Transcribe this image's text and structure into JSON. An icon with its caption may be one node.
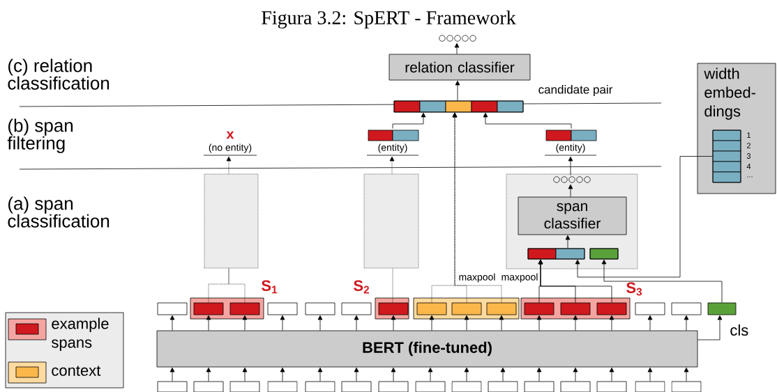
{
  "diagram": {
    "title": "Figura 3.2: SpERT - Framework",
    "nodes": [
      {
        "text": [],
        "shape": "circle"
      },
      {
        "text": [
          "relation classifier"
        ]
      },
      {
        "text": [],
        "shape": "bar",
        "beside": [
          "candidate pair"
        ]
      },
      {
        "text": [
          "(entity)"
        ]
      },
      {
        "text": [
          "(entity)"
        ]
      },
      {
        "text": [
          "width embed-dings"
        ]
      },
      {
        "text": [],
        "shape": "box",
        "in": 5,
        "beside": [
          "1",
          "2",
          "3",
          "4",
          "..."
        ]
      },
      {
        "text": [
          "x",
          "(no entity)"
        ]
      },
      {
        "text": [],
        "shape": "box"
      },
      {
        "text": [],
        "shape": "box"
      },
      {
        "text": [],
        "shape": "box"
      },
      {
        "text": [],
        "shape": "circle",
        "in": 10
      },
      {
        "text": [
          "span classifier"
        ],
        "in": 10
      },
      {
        "text": [],
        "shape": "bar",
        "in": 10
      },
      {
        "text": [],
        "shape": "bar",
        "in": 10
      },
      {
        "text": [],
        "shape": "box"
      },
      {
        "text": [],
        "shape": "box",
        "beside": [
          "S$_{1}$"
        ]
      },
      {
        "text": [],
        "shape": "box",
        "in": 16
      },
      {
        "text": [],
        "shape": "box",
        "in": 16
      },
      {
        "text": [],
        "shape": "box"
      },
      {
        "text": [],
        "shape": "box"
      },
      {
        "text": [],
        "shape": "box"
      },
      {
        "text": [],
        "shape": "box",
        "beside": [
          "S$_{2}$"
        ]
      },
      {
        "text": [],
        "shape": "box",
        "in": 22
      },
      {
        "text": [],
        "shape": "box"
      },
      {
        "text": [],
        "shape": "box",
        "in": 24
      },
      {
        "text": [],
        "shape": "box",
        "in": 24
      },
      {
        "text": [],
        "shape": "box",
        "in": 24
      },
      {
        "text": [],
        "shape": "box",
        "beside": [
          "S$_{3}$"
        ]
      },
      {
        "text": [],
        "shape": "box",
        "in": 28
      },
      {
        "text": [],
        "shape": "box",
        "in": 28
      },
      {
        "text": [],
        "shape": "box",
        "in": 28
      },
      {
        "text": [],
        "shape": "box"
      },
      {
        "text": [],
        "shape": "box"
      },
      {
        "text": [],
        "shape": "box",
        "beside": [
          "cls"
        ]
      },
      {
        "text": [
          "BERT (fine-tuned)"
        ]
      },
      {
        "text": [],
        "shape": "box"
      },
      {
        "text": [],
        "shape": "box"
      },
      {
        "text": [],
        "shape": "box"
      },
      {
        "text": [],
        "shape": "box"
      },
      {
        "text": [],
        "shape": "box"
      },
      {
        "text": [],
        "shape": "box"
      },
      {
        "text": [],
        "shape": "box"
      },
      {
        "text": [],
        "shape": "box"
      },
      {
        "text": [],
        "shape": "box"
      },
      {
        "text": [],
        "shape": "box"
      },
      {
        "text": [],
        "shape": "box"
      },
      {
        "text": [],
        "shape": "box"
      },
      {
        "text": [],
        "shape": "box"
      },
      {
        "text": [],
        "shape": "box"
      },
      {
        "text": [],
        "shape": "box"
      }
    ],
    "edges": [
      {
        "from": 1,
        "to": 0,
        "arrow": "to"
      },
      {
        "from": 2,
        "to": 1,
        "arrow": "to"
      },
      {
        "from": 3,
        "to": 2,
        "arrow": "to"
      },
      {
        "from": 4,
        "to": 2,
        "arrow": "to"
      },
      {
        "from": 25,
        "to": 2,
        "arrow": "to",
        "style": "dashed"
      },
      {
        "from": 26,
        "to": 2,
        "arrow": "to",
        "style": "dashed",
        "label": "maxpool"
      },
      {
        "from": 27,
        "to": 2,
        "arrow": "to",
        "style": "dashed"
      },
      {
        "from": 8,
        "to": 7,
        "arrow": "to",
        "style": "dashed"
      },
      {
        "from": 9,
        "to": 3,
        "arrow": "to",
        "style": "dashed"
      },
      {
        "from": 11,
        "to": 4,
        "arrow": "to"
      },
      {
        "from": 12,
        "to": 11,
        "arrow": "to"
      },
      {
        "from": 13,
        "to": 12,
        "arrow": "to"
      },
      {
        "from": 17,
        "to": 8,
        "arrow": "none",
        "style": "dashed"
      },
      {
        "from": 18,
        "to": 8,
        "arrow": "none",
        "style": "dashed"
      },
      {
        "from": 23,
        "to": 9,
        "arrow": "none",
        "style": "dashed"
      },
      {
        "from": 29,
        "to": 13,
        "arrow": "to",
        "label": "maxpool"
      },
      {
        "from": 30,
        "to": 13,
        "arrow": "to"
      },
      {
        "from": 31,
        "to": 13,
        "arrow": "to"
      },
      {
        "from": 6,
        "to": 13,
        "arrow": "to"
      },
      {
        "from": 34,
        "to": 14,
        "arrow": "to"
      },
      {
        "from": 35,
        "to": 34,
        "arrow": "to"
      },
      {
        "from": 35,
        "to": 15,
        "arrow": "to"
      },
      {
        "from": 35,
        "to": 17,
        "arrow": "to"
      },
      {
        "from": 35,
        "to": 18,
        "arrow": "to"
      },
      {
        "from": 35,
        "to": 19,
        "arrow": "to"
      },
      {
        "from": 35,
        "to": 20,
        "arrow": "to"
      },
      {
        "from": 35,
        "to": 21,
        "arrow": "to"
      },
      {
        "from": 35,
        "to": 23,
        "arrow": "to"
      },
      {
        "from": 35,
        "to": 25,
        "arrow": "to"
      },
      {
        "from": 35,
        "to": 26,
        "arrow": "to"
      },
      {
        "from": 35,
        "to": 27,
        "arrow": "to"
      },
      {
        "from": 35,
        "to": 29,
        "arrow": "to"
      },
      {
        "from": 35,
        "to": 30,
        "arrow": "to"
      },
      {
        "from": 35,
        "to": 31,
        "arrow": "to"
      },
      {
        "from": 35,
        "to": 32,
        "arrow": "to"
      },
      {
        "from": 35,
        "to": 33,
        "arrow": "to"
      },
      {
        "from": 36,
        "to": 35,
        "arrow": "to"
      },
      {
        "from": 37,
        "to": 35,
        "arrow": "to"
      },
      {
        "from": 38,
        "to": 35,
        "arrow": "to"
      },
      {
        "from": 39,
        "to": 35,
        "arrow": "to"
      },
      {
        "from": 40,
        "to": 35,
        "arrow": "to"
      },
      {
        "from": 41,
        "to": 35,
        "arrow": "to"
      },
      {
        "from": 42,
        "to": 35,
        "arrow": "to"
      },
      {
        "from": 43,
        "to": 35,
        "arrow": "to"
      },
      {
        "from": 44,
        "to": 35,
        "arrow": "to"
      },
      {
        "from": 45,
        "to": 35,
        "arrow": "to"
      },
      {
        "from": 46,
        "to": 35,
        "arrow": "to"
      },
      {
        "from": 47,
        "to": 35,
        "arrow": "to"
      },
      {
        "from": 48,
        "to": 35,
        "arrow": "to"
      },
      {
        "from": 49,
        "to": 35,
        "arrow": "to"
      },
      {
        "from": 50,
        "to": 35,
        "arrow": "to"
      }
    ],
    "labels": [
      "(c) relation classification",
      "(b) span filtering",
      "(a) span classification"
    ],
    "legend": [
      {
        "text": "example spans",
        "color": "#f4a5a1"
      },
      {
        "text": "context",
        "color": "#fddba0"
      }
    ]
  }
}
